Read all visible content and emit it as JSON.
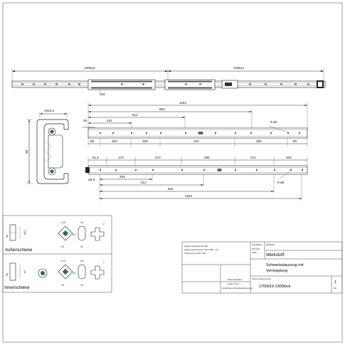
{
  "drawing": {
    "top_view": {
      "dim_left": "1300±3",
      "dim_right": "1300±1",
      "dim_m4": "M4"
    },
    "side_outer": {
      "dims_top": [
        "1152",
        "864",
        "512",
        "224",
        "35"
      ],
      "dims_bottom": [
        "80",
        "260",
        "230",
        "315",
        "250",
        "80"
      ],
      "hole_label": "6-ø5"
    },
    "side_inner": {
      "dims_top": [
        "91,5",
        "170",
        "270",
        "295",
        "210",
        "200"
      ],
      "dims_bottom": [
        "ø9,5",
        "256",
        "512",
        "832",
        "1152"
      ],
      "hole_label": "6-ø5"
    },
    "profile": {
      "dim_width": "19±0,3",
      "dim_height": "58"
    }
  },
  "details": {
    "outer_title": "Außenschiene",
    "inner_title": "Innenschiene",
    "outer_dims": [
      "ø6",
      "ø6,2",
      "11,5",
      "4,5",
      "2",
      "5,2",
      "16",
      "16"
    ],
    "inner_dims": [
      "ø8",
      "ø4",
      "11,5",
      "4,5",
      "2",
      "5,2",
      "16",
      "16"
    ]
  },
  "title_block": {
    "notes": [
      "Allgemeintoleranzen DIN",
      "Allgemeintoleranzen ISO 2768 - mK",
      "Toleranzweg DIN 7167"
    ],
    "surface_header": "Oberfläche",
    "scale_header": "Maßstab",
    "standard_lines": [
      "DIN ISO",
      "1302"
    ],
    "material_label": "Werkstoff:",
    "title_lines": [
      "Schwerlastauszug mit",
      "Verriegelung"
    ],
    "drawing_number_label": "Zeichnungsnummer:",
    "drawing_number": "1705819-1300lock",
    "sheet": "1",
    "sheet_sub": "A3",
    "company": [
      "MULTIGLIDES",
      "Holger Graf",
      "info@www.schwerlastauszug.de"
    ]
  }
}
